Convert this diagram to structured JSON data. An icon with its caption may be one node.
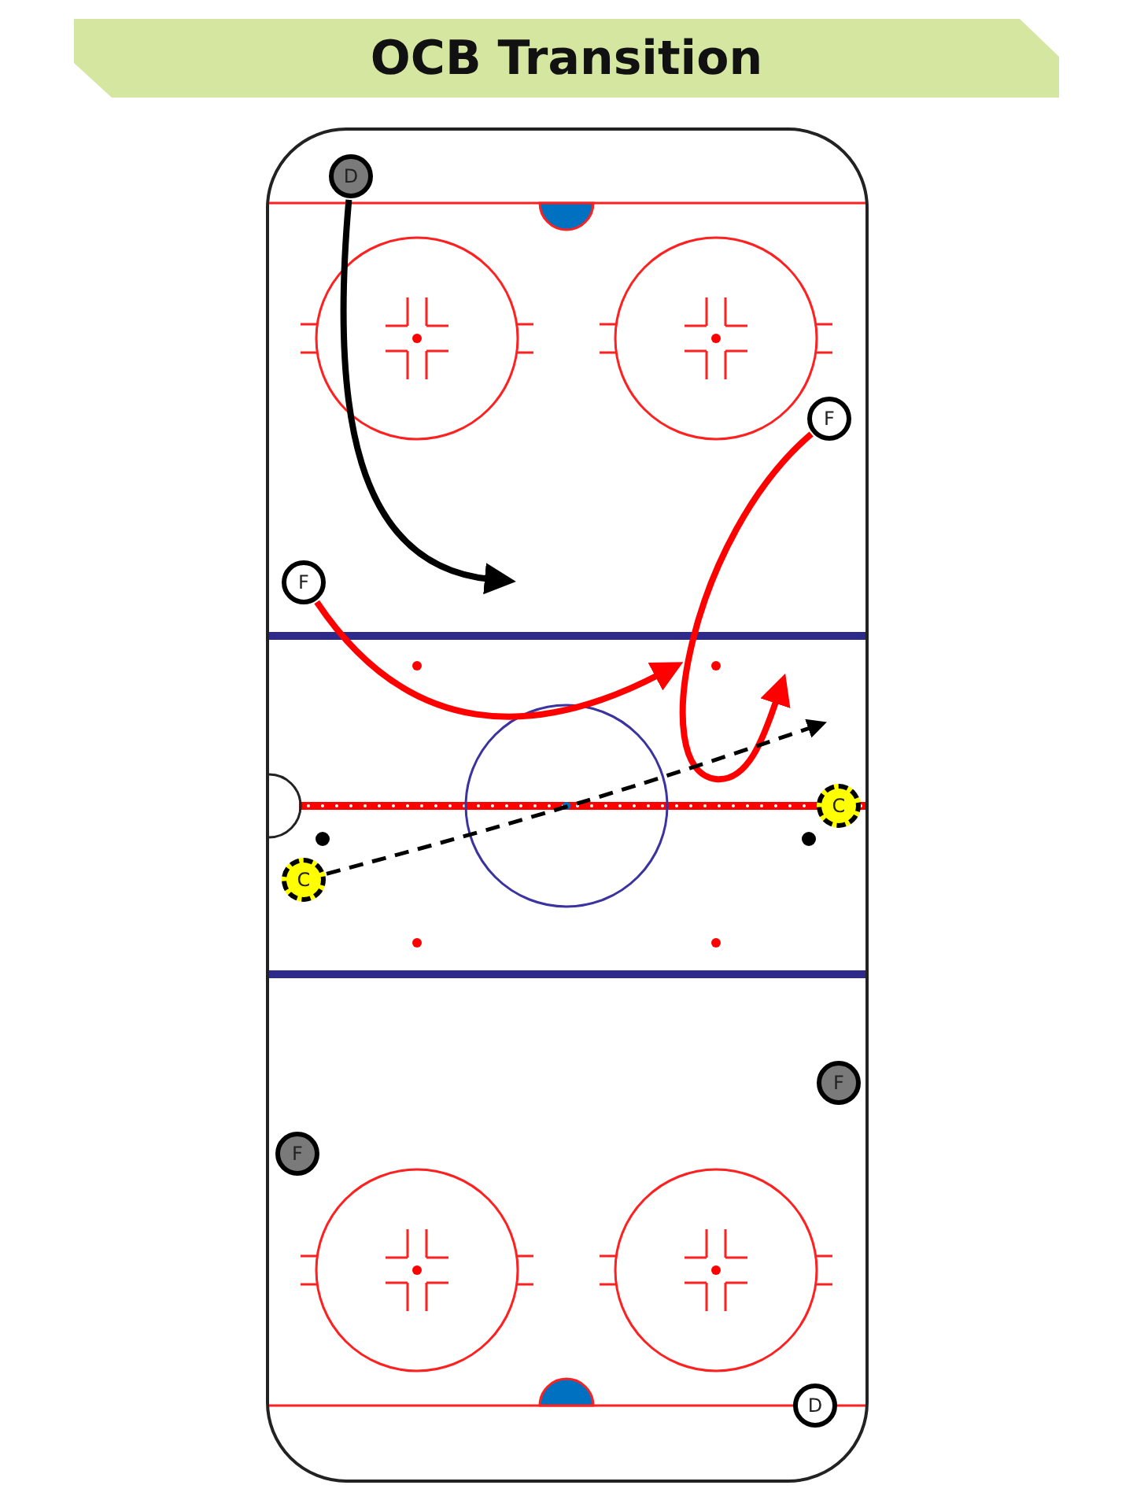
{
  "diagram": {
    "title": "OCB Transition",
    "nodes": [
      {
        "text": [
          "D"
        ]
      },
      {
        "text": [
          "F"
        ]
      },
      {
        "text": [
          "F"
        ]
      },
      {
        "text": [
          "C"
        ]
      },
      {
        "text": [
          "C"
        ]
      },
      {
        "text": [
          "F"
        ]
      },
      {
        "text": [
          "F"
        ]
      },
      {
        "text": [
          "D"
        ]
      }
    ],
    "edges": [
      {
        "from": 0,
        "to": null,
        "arrow": "to",
        "color": "#000000"
      },
      {
        "from": 2,
        "to": null,
        "arrow": "to",
        "color": "#ff0000"
      },
      {
        "from": 1,
        "to": null,
        "arrow": "to",
        "color": "#ff0000"
      },
      {
        "from": 4,
        "to": null,
        "arrow": "to",
        "style": "dashed",
        "color": "#000000"
      }
    ]
  }
}
